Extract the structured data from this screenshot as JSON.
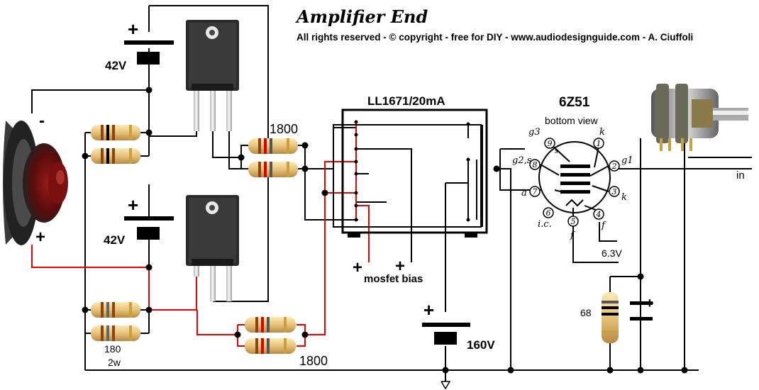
{
  "title": "Amplifier End",
  "copyright": "All rights reserved - © copyright - free for DIY - www.audiodesignguide.com - A. Ciuffoli",
  "supplies": {
    "upper": "42V",
    "lower": "42V",
    "plate": "160V"
  },
  "transformer": "LL1671/20mA",
  "tube": {
    "name": "6Z51",
    "view": "bottom view"
  },
  "pins": {
    "p1": "1",
    "p2": "2",
    "p3": "3",
    "p4": "4",
    "p5": "5",
    "p6": "6",
    "p7": "7",
    "p8": "8",
    "p9": "9"
  },
  "pin_labels": {
    "g3": "g3",
    "k_top": "k",
    "g1": "g1",
    "g2s": "g2,s",
    "k_right": "k",
    "a": "a",
    "ic": "i.c.",
    "f_left": "f",
    "f_right": "f",
    "s_inner": "s"
  },
  "heater": "6.3V",
  "resistors": {
    "upper_1800": "1800",
    "lower_1800": "1800",
    "r180": "180",
    "r180_power": "2w",
    "r68": "68"
  },
  "bias": {
    "plus_left": "+",
    "plus_right": "+",
    "label": "mosfet bias"
  },
  "input": "in",
  "speaker": {
    "minus": "-",
    "plus": "+"
  },
  "polarity": {
    "upper_plus": "+",
    "lower_plus": "+",
    "plate_plus": "+",
    "cap_plus": "+"
  }
}
